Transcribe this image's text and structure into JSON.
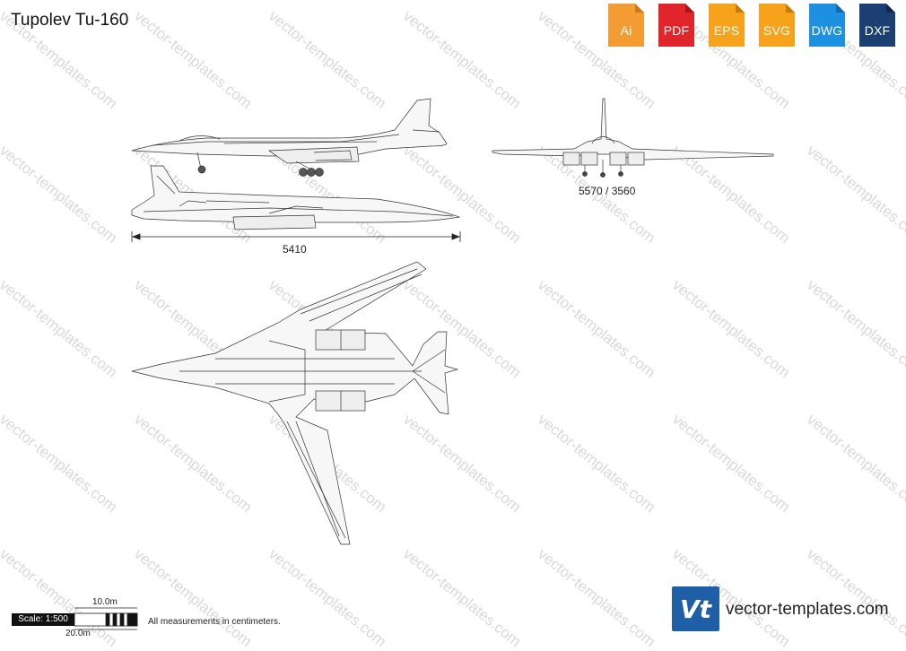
{
  "title": "Tupolev Tu-160",
  "badges": [
    {
      "label": "Ai",
      "color": "#f39c34",
      "icon": "file-ai-icon"
    },
    {
      "label": "PDF",
      "color": "#e0252b",
      "icon": "file-pdf-icon"
    },
    {
      "label": "EPS",
      "color": "#f7a21b",
      "icon": "file-eps-icon"
    },
    {
      "label": "SVG",
      "color": "#f7a21b",
      "icon": "file-svg-icon"
    },
    {
      "label": "DWG",
      "color": "#1e90e0",
      "icon": "file-dwg-icon"
    },
    {
      "label": "DXF",
      "color": "#1c3f73",
      "icon": "file-dxf-icon"
    }
  ],
  "dimensions": {
    "side_length": "5410",
    "front_span": "5570 / 3560"
  },
  "scale": {
    "label": "Scale: 1:500",
    "short": "10.0m",
    "long": "20.0m"
  },
  "note": "All measurements in centimeters.",
  "brand": {
    "logo_text": "Vt",
    "name": "vector-templates.com",
    "color": "#1f5fa8"
  },
  "watermark": "vector-templates.com"
}
